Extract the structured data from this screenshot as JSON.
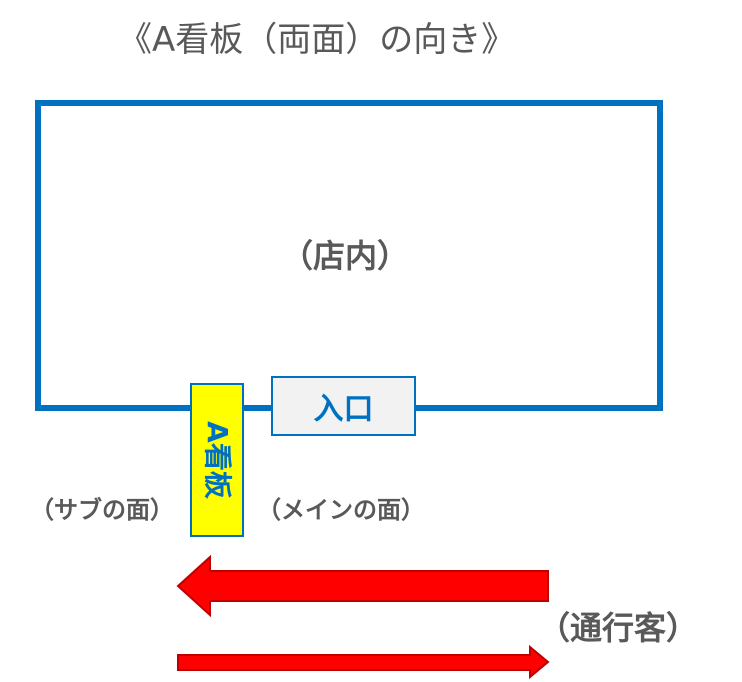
{
  "title": "《A看板（両面）の向き》",
  "store": {
    "label": "（店内）"
  },
  "entrance": {
    "label": "入口"
  },
  "sign": {
    "label": "A看板"
  },
  "faces": {
    "sub": "（サブの面）",
    "main": "（メインの面）"
  },
  "traffic": {
    "label": "（通行客）"
  },
  "colors": {
    "store_outline": "#0070c0",
    "sign_fill": "#ffff00",
    "arrow_fill": "#ff0000",
    "arrow_stroke": "#c00000",
    "label_text": "#595959"
  }
}
